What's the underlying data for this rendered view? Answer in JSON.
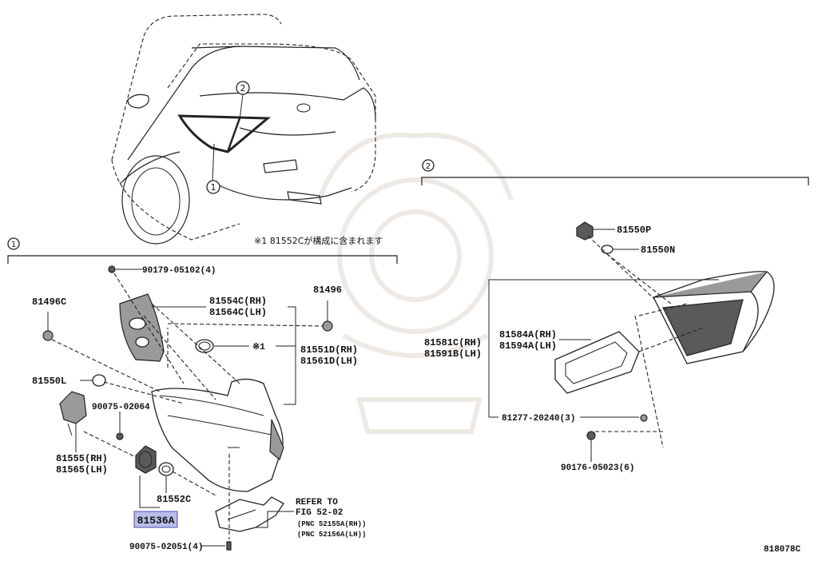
{
  "diagram_code": "818078C",
  "callouts": {
    "one": "1",
    "two": "2"
  },
  "note": "※1 81552Cが構成に含まれます",
  "parts": {
    "p90179": "90179-05102(4)",
    "p81496C": "81496C",
    "p81554C": "81554C(RH)",
    "p81564C": "81564C(LH)",
    "p81496": "81496",
    "mark1": "※1",
    "p81551D": "81551D(RH)",
    "p81561D": "81561D(LH)",
    "p81550L": "81550L",
    "p90075_02064": "90075-02064",
    "p81555": "81555(RH)",
    "p81565": "81565(LH)",
    "p81552C": "81552C",
    "p81536A": "81536A",
    "p90075_02051": "90075-02051(4)",
    "refer_to": "REFER TO",
    "fig": "FIG 52-02",
    "pnc_rh": "(PNC 52155A(RH))",
    "pnc_lh": "(PNC 52156A(LH))",
    "p81550P": "81550P",
    "p81550N": "81550N",
    "p81581C": "81581C(RH)",
    "p81591B": "81591B(LH)",
    "p81584A": "81584A(RH)",
    "p81594A": "81594A(LH)",
    "p81277": "81277-20240(3)",
    "p90176": "90176-05023(6)"
  },
  "colors": {
    "highlight_fill": "#b9bde8",
    "highlight_border": "#4a50b0",
    "watermark": "#efe9e4"
  }
}
